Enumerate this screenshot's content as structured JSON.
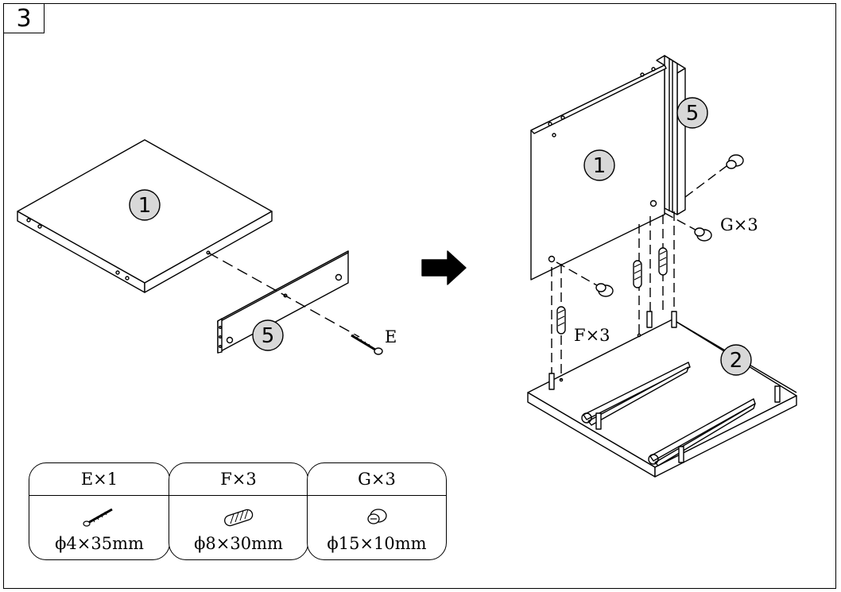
{
  "step": {
    "number": "3"
  },
  "parts": {
    "left_panel": "1",
    "left_rail": "5",
    "right_panel": "1",
    "right_side": "5",
    "right_base": "2"
  },
  "callouts": {
    "screw": "E",
    "dowels": "F×3",
    "cams": "G×3"
  },
  "hardware": [
    {
      "label": "E×1",
      "spec": "ϕ4×35mm",
      "icon": "screw-icon"
    },
    {
      "label": "F×3",
      "spec": "ϕ8×30mm",
      "icon": "dowel-icon"
    },
    {
      "label": "G×3",
      "spec": "ϕ15×10mm",
      "icon": "cam-lock-icon"
    }
  ]
}
